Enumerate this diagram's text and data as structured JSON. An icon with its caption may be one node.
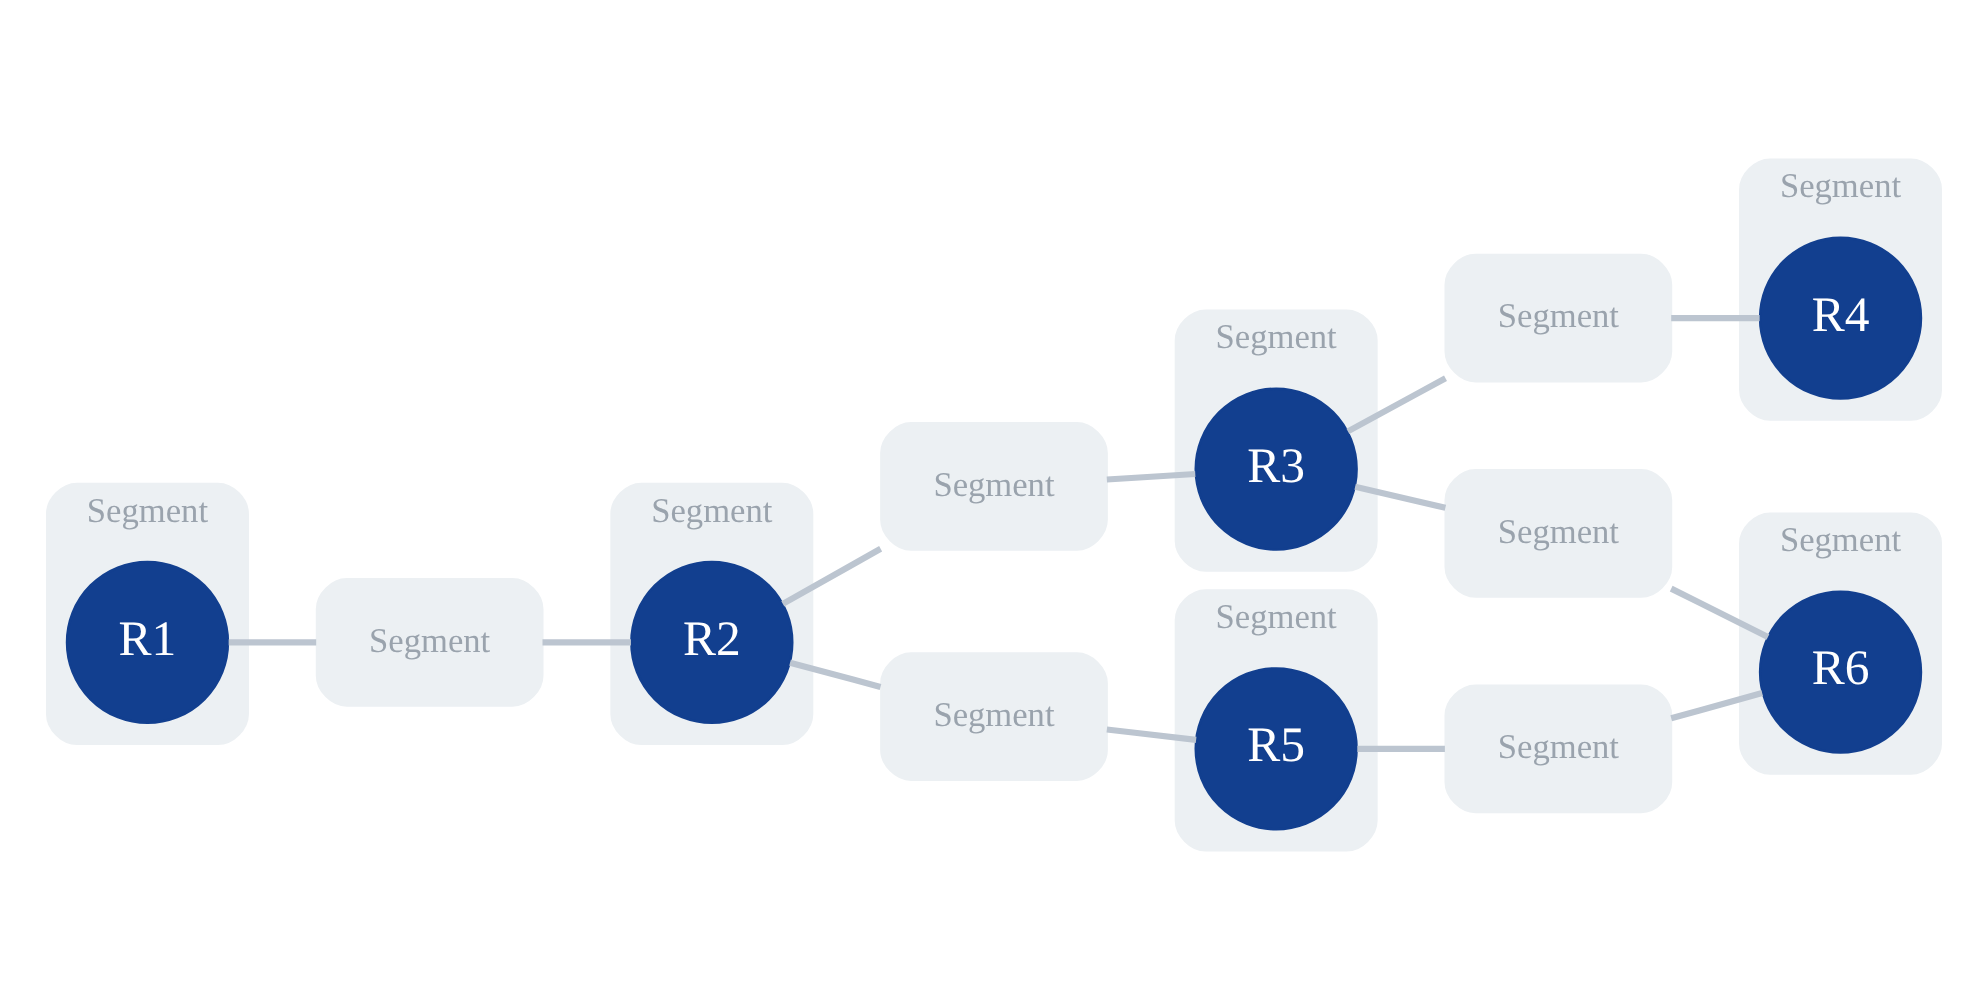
{
  "diagram": {
    "nodes": [
      {
        "text": [
          "Segment"
        ]
      },
      {
        "text": [
          "R1"
        ],
        "in": 0
      },
      {
        "text": [
          "Segment"
        ]
      },
      {
        "text": [
          "Segment"
        ]
      },
      {
        "text": [
          "R2"
        ],
        "in": 3
      },
      {
        "text": [
          "Segment"
        ]
      },
      {
        "text": [
          "Segment"
        ]
      },
      {
        "text": [
          "R3"
        ],
        "in": 6
      },
      {
        "text": [
          "Segment"
        ]
      },
      {
        "text": [
          "Segment"
        ]
      },
      {
        "text": [
          "R4"
        ],
        "in": 9
      },
      {
        "text": [
          "Segment"
        ]
      },
      {
        "text": [
          "Segment"
        ]
      },
      {
        "text": [
          "Segment"
        ]
      },
      {
        "text": [
          "R5"
        ],
        "in": 13
      },
      {
        "text": [
          "Segment"
        ]
      },
      {
        "text": [
          "Segment"
        ]
      },
      {
        "text": [
          "R6"
        ],
        "in": 16
      }
    ],
    "edges": [
      {
        "from": 1,
        "to": 2,
        "arrow": "none"
      },
      {
        "from": 2,
        "to": 4,
        "arrow": "none"
      },
      {
        "from": 4,
        "to": 5,
        "arrow": "none"
      },
      {
        "from": 5,
        "to": 7,
        "arrow": "none"
      },
      {
        "from": 7,
        "to": 8,
        "arrow": "none"
      },
      {
        "from": 8,
        "to": 10,
        "arrow": "none"
      },
      {
        "from": 4,
        "to": 11,
        "arrow": "none"
      },
      {
        "from": 11,
        "to": 14,
        "arrow": "none"
      },
      {
        "from": 7,
        "to": 12,
        "arrow": "none"
      },
      {
        "from": 12,
        "to": 17,
        "arrow": "none"
      },
      {
        "from": 14,
        "to": 15,
        "arrow": "none"
      },
      {
        "from": 15,
        "to": 17,
        "arrow": "none"
      }
    ]
  }
}
